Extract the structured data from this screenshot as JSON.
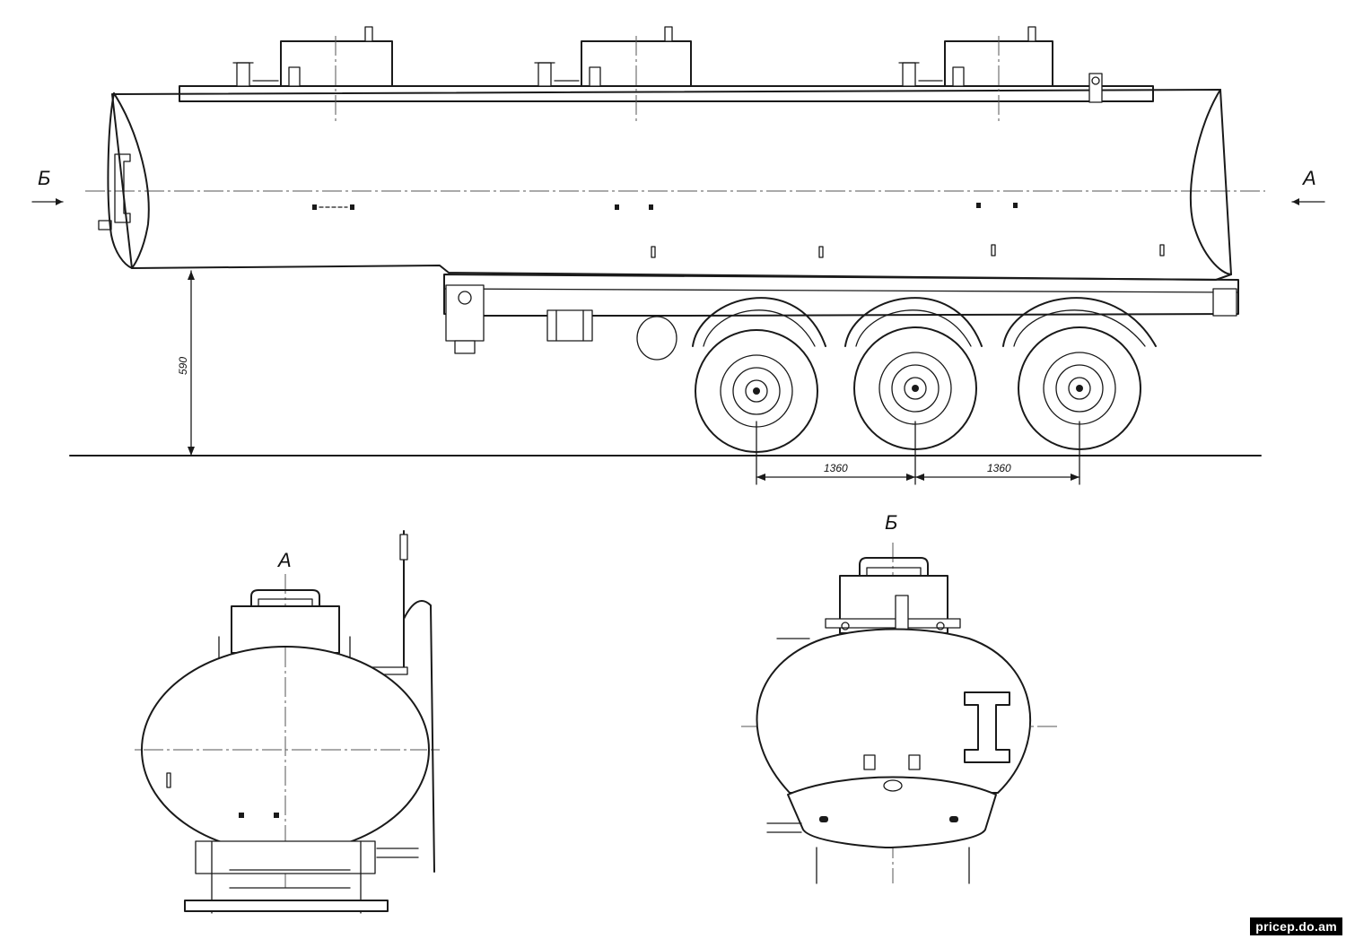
{
  "drawing": {
    "section_marker_left": "Б",
    "section_marker_right": "А",
    "dimension_height": "590",
    "dimension_axle_spacing_1": "1360",
    "dimension_axle_spacing_2": "1360",
    "view_a_label": "А",
    "view_b_label": "Б"
  },
  "watermark": "pricep.do.am",
  "colors": {
    "line": "#1a1a1a",
    "paper": "#ffffff",
    "watermark_bg": "#000000",
    "watermark_text": "#ffffff"
  }
}
